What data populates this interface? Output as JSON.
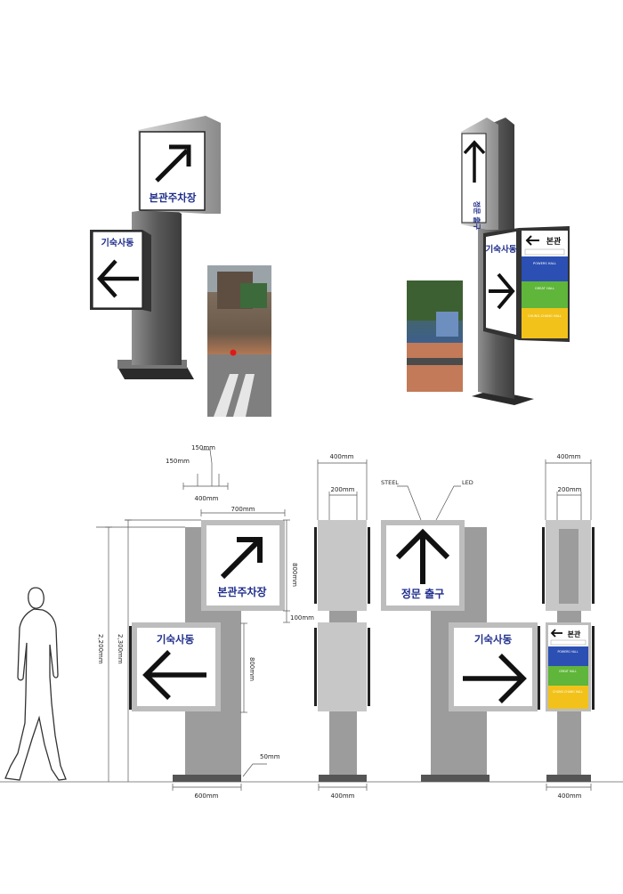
{
  "perspective": {
    "left": {
      "top_sign": "본관주차장",
      "side_sign": "기숙사동"
    },
    "right": {
      "top_sign_vertical": "정문 출구",
      "side_sign": "기숙사동",
      "panel_header": "본관",
      "panel_items": [
        "POWERS HALL",
        "GREAT HALL",
        "CHUNG-CHANG HALL"
      ]
    }
  },
  "drawing": {
    "dims": {
      "w150_top": "150mm",
      "w150_left": "150mm",
      "w400_a": "400mm",
      "w700": "700mm",
      "h800_top": "800mm",
      "gap100": "100mm",
      "h800_side": "800mm",
      "h2300": "2,300mm",
      "h2200": "2,200mm",
      "base50": "50mm",
      "base600": "600mm",
      "side_top400": "400mm",
      "side_mid200": "200mm",
      "side_bot400": "400mm",
      "right_top400": "400mm",
      "right_mid200": "200mm",
      "right_bot400": "400mm"
    },
    "callouts": {
      "steel": "STEEL",
      "led": "LED"
    },
    "front": {
      "top_sign": "본관주차장",
      "side_sign": "기숙사동"
    },
    "back": {
      "top_sign": "정문 출구",
      "side_sign": "기숙사동"
    },
    "panel": {
      "header": "본관",
      "items": [
        "POWERS HALL",
        "GREAT HALL",
        "CHUNG-CHANG HALL"
      ]
    }
  },
  "colors": {
    "steel": "#9c9c9c",
    "frame": "#bdbdbd",
    "text": "#1f2e8c",
    "blue": "#2b4fb3",
    "green": "#5fb63a",
    "yellow": "#f2c21a"
  }
}
